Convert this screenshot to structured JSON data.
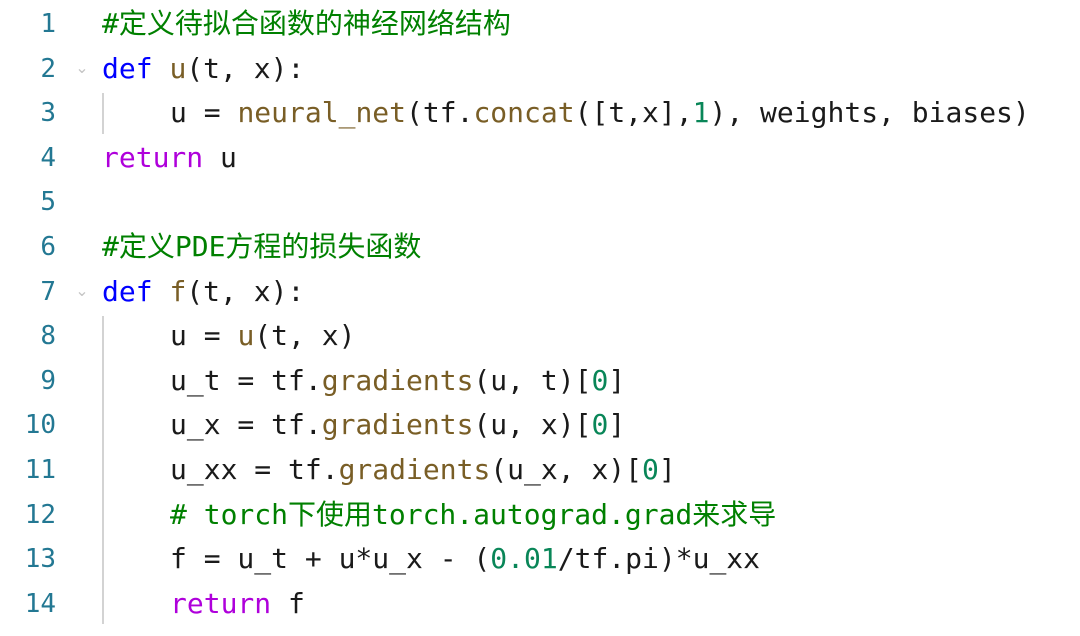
{
  "editor": {
    "lines": [
      {
        "num": "1",
        "indent": 0,
        "fold": false,
        "tokens": [
          {
            "t": "#定义待拟合函数的神经网络结构",
            "c": "cm"
          }
        ]
      },
      {
        "num": "2",
        "indent": 0,
        "fold": true,
        "tokens": [
          {
            "t": "def",
            "c": "kw"
          },
          {
            "t": " ",
            "c": ""
          },
          {
            "t": "u",
            "c": "fn"
          },
          {
            "t": "(t, x):",
            "c": ""
          }
        ]
      },
      {
        "num": "3",
        "indent": 1,
        "fold": false,
        "tokens": [
          {
            "t": "u = ",
            "c": ""
          },
          {
            "t": "neural_net",
            "c": "fn"
          },
          {
            "t": "(tf.",
            "c": ""
          },
          {
            "t": "concat",
            "c": "fn"
          },
          {
            "t": "([t,x],",
            "c": ""
          },
          {
            "t": "1",
            "c": "num"
          },
          {
            "t": "), weights, biases)",
            "c": ""
          }
        ]
      },
      {
        "num": "4",
        "indent": 0,
        "fold": false,
        "tokens": [
          {
            "t": "return",
            "c": "ctl"
          },
          {
            "t": " u",
            "c": ""
          }
        ]
      },
      {
        "num": "5",
        "indent": 0,
        "fold": false,
        "tokens": []
      },
      {
        "num": "6",
        "indent": 0,
        "fold": false,
        "tokens": [
          {
            "t": "#定义PDE方程的损失函数",
            "c": "cm"
          }
        ]
      },
      {
        "num": "7",
        "indent": 0,
        "fold": true,
        "tokens": [
          {
            "t": "def",
            "c": "kw"
          },
          {
            "t": " ",
            "c": ""
          },
          {
            "t": "f",
            "c": "fn"
          },
          {
            "t": "(t, x):",
            "c": ""
          }
        ]
      },
      {
        "num": "8",
        "indent": 1,
        "fold": false,
        "tokens": [
          {
            "t": "u = ",
            "c": ""
          },
          {
            "t": "u",
            "c": "fn"
          },
          {
            "t": "(t, x)",
            "c": ""
          }
        ]
      },
      {
        "num": "9",
        "indent": 1,
        "fold": false,
        "tokens": [
          {
            "t": "u_t = tf.",
            "c": ""
          },
          {
            "t": "gradients",
            "c": "fn"
          },
          {
            "t": "(u, t)[",
            "c": ""
          },
          {
            "t": "0",
            "c": "num"
          },
          {
            "t": "]",
            "c": ""
          }
        ]
      },
      {
        "num": "10",
        "indent": 1,
        "fold": false,
        "tokens": [
          {
            "t": "u_x = tf.",
            "c": ""
          },
          {
            "t": "gradients",
            "c": "fn"
          },
          {
            "t": "(u, x)[",
            "c": ""
          },
          {
            "t": "0",
            "c": "num"
          },
          {
            "t": "]",
            "c": ""
          }
        ]
      },
      {
        "num": "11",
        "indent": 1,
        "fold": false,
        "tokens": [
          {
            "t": "u_xx = tf.",
            "c": ""
          },
          {
            "t": "gradients",
            "c": "fn"
          },
          {
            "t": "(u_x, x)[",
            "c": ""
          },
          {
            "t": "0",
            "c": "num"
          },
          {
            "t": "]",
            "c": ""
          }
        ]
      },
      {
        "num": "12",
        "indent": 1,
        "fold": false,
        "tokens": [
          {
            "t": "# torch下使用torch.autograd.grad来求导",
            "c": "cm"
          }
        ]
      },
      {
        "num": "13",
        "indent": 1,
        "fold": false,
        "tokens": [
          {
            "t": "f = u_t + u*u_x - (",
            "c": ""
          },
          {
            "t": "0.01",
            "c": "num"
          },
          {
            "t": "/tf.pi)*u_xx",
            "c": ""
          }
        ]
      },
      {
        "num": "14",
        "indent": 1,
        "fold": false,
        "tokens": [
          {
            "t": "return",
            "c": "ctl"
          },
          {
            "t": " f",
            "c": ""
          }
        ]
      }
    ],
    "fold_glyph": "⌄"
  }
}
